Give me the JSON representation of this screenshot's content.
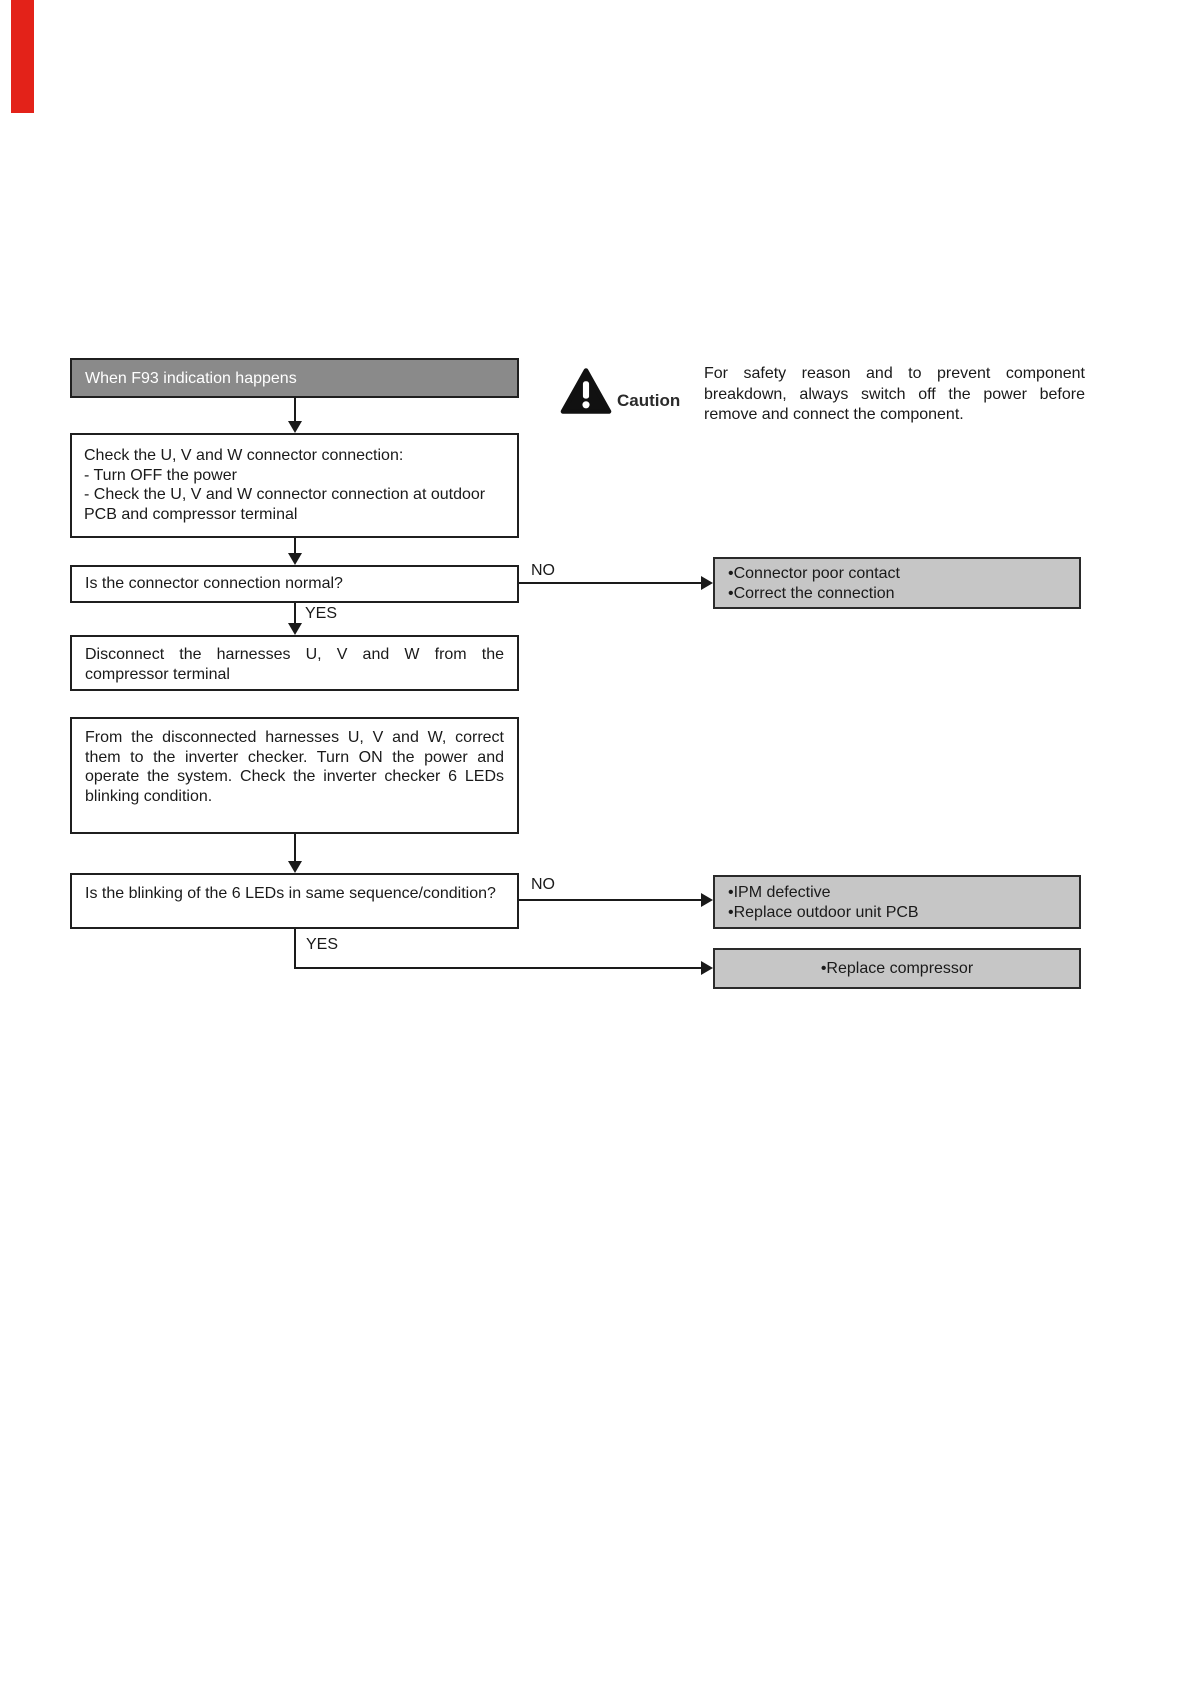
{
  "flowchart": {
    "title": "When F93 indication happens",
    "caution": {
      "label": "Caution",
      "text": "For safety reason and to prevent component breakdown, always switch off the power before remove and connect the component."
    },
    "steps": {
      "check_connector": {
        "line1": "Check the U, V and W connector connection:",
        "line2": "- Turn OFF the power",
        "line3": "- Check the U, V and W connector connection at outdoor PCB and compressor terminal"
      },
      "q_connector_normal": "Is the connector connection normal?",
      "disconnect": "Disconnect the harnesses U, V and W from the compressor terminal",
      "inverter_checker": "From the disconnected harnesses U, V and W, correct them to the inverter checker. Turn ON the power and operate the system. Check the inverter checker 6 LEDs blinking condition.",
      "q_leds": "Is the blinking of the 6 LEDs in same sequence/condition?"
    },
    "labels": {
      "yes": "YES",
      "no": "NO"
    },
    "results": {
      "poor_contact": [
        "•Connector poor contact",
        "•Correct the connection"
      ],
      "ipm": [
        "•IPM defective",
        "•Replace outdoor unit PCB"
      ],
      "compressor": [
        "•Replace compressor"
      ]
    },
    "colors": {
      "title_bar_bg": "#8a8a8a",
      "title_bar_text": "#ffffff",
      "result_box_bg": "#c6c6c6",
      "line_color": "#1a1a1a",
      "red_edge_mark": "#e32219"
    }
  }
}
